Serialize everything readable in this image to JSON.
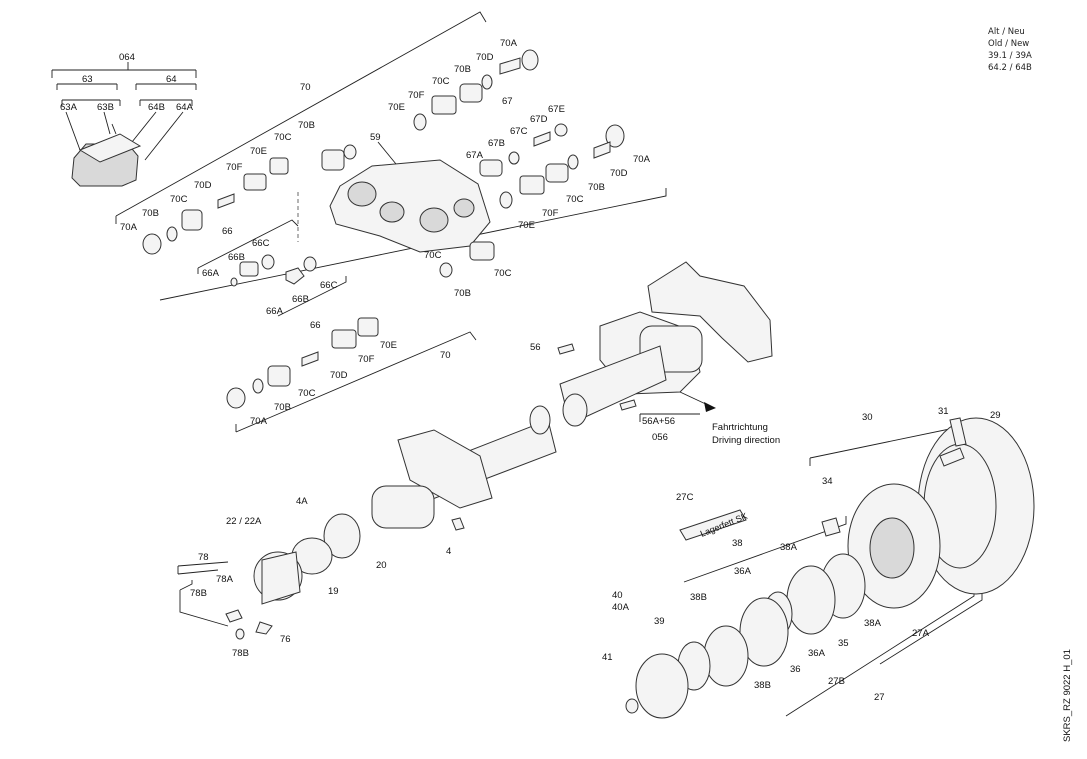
{
  "legend": {
    "line1": "Alt / Neu",
    "line2": "Old / New",
    "line3": "39.1 / 39A",
    "line4": "64.2 / 64B"
  },
  "drawing_id": "SKRS_RZ 9022 H_01",
  "direction": {
    "de": "Fahrtrichtung",
    "en": "Driving direction"
  },
  "grease_label": "Lagerfett SK",
  "labels": {
    "l064": "064",
    "l63": "63",
    "l64": "64",
    "l63A": "63A",
    "l63B": "63B",
    "l64B": "64B",
    "l64A": "64A",
    "l70top": "70",
    "l70mid": "70",
    "l59": "59",
    "l67": "67",
    "l70A_1": "70A",
    "l70D_1": "70D",
    "l70B_1": "70B",
    "l70C_1": "70C",
    "l70F_1": "70F",
    "l70E_1": "70E",
    "l67E": "67E",
    "l67D": "67D",
    "l67C": "67C",
    "l67B": "67B",
    "l67A": "67A",
    "l70A_2": "70A",
    "l70D_2": "70D",
    "l70B_2": "70B",
    "l70C_2": "70C",
    "l70F_2": "70F",
    "l70E_2": "70E",
    "l70C_3": "70C",
    "l70B_3": "70B",
    "l70C_4": "70C",
    "l70B_4": "70B",
    "l70E_3": "70E",
    "l70C_5": "70C",
    "l70F_3": "70F",
    "l70D_3": "70D",
    "l70B_5": "70B",
    "l70C_6": "70C",
    "l70A_3": "70A",
    "l66": "66",
    "l66C_1": "66C",
    "l66B_1": "66B",
    "l66A_1": "66A",
    "l66B_2": "66B",
    "l66C_2": "66C",
    "l66A_2": "66A",
    "l66_2": "66",
    "l70E_4": "70E",
    "l70F_4": "70F",
    "l70D_4": "70D",
    "l70C_7": "70C",
    "l70B_6": "70B",
    "l70A_4": "70A",
    "l56": "56",
    "l56A56": "56A+56",
    "l056": "056",
    "l4A": "4A",
    "l22": "22 / 22A",
    "l20": "20",
    "l19": "19",
    "l4": "4",
    "l78": "78",
    "l78A": "78A",
    "l78B_1": "78B",
    "l76": "76",
    "l78B_2": "78B",
    "l27C": "27C",
    "l38_1": "38",
    "l36A_1": "36A",
    "l38A_1": "38A",
    "l40": "40",
    "l40A": "40A",
    "l39": "39",
    "l38B_1": "38B",
    "l41": "41",
    "l36": "36",
    "l38B_2": "38B",
    "l36A_2": "36A",
    "l35": "35",
    "l27B": "27B",
    "l27": "27",
    "l38A_2": "38A",
    "l27A": "27A",
    "l34": "34",
    "l30": "30",
    "l31": "31",
    "l29": "29"
  }
}
